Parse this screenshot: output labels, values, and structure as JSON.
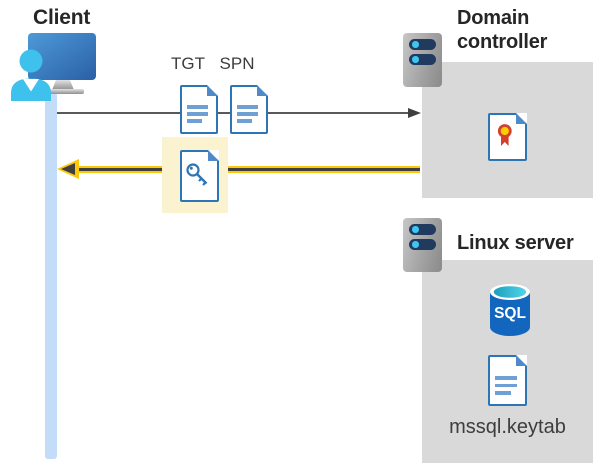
{
  "client": {
    "label": "Client",
    "icon": "user-computer-icon",
    "timeline": "client-session-bar"
  },
  "flows": {
    "request": {
      "direction": "right",
      "arrow_icon": "gray-right-arrow",
      "tickets": [
        {
          "label": "TGT",
          "icon": "document-icon"
        },
        {
          "label": "SPN",
          "icon": "document-icon"
        }
      ]
    },
    "response": {
      "direction": "left",
      "arrow_icon": "yellow-left-arrow",
      "icon": "key-document-icon"
    }
  },
  "domain_controller": {
    "label": "Domain controller",
    "server_icon": "server-icon",
    "content_icon": "certificate-icon"
  },
  "linux_server": {
    "label": "Linux server",
    "server_icon": "server-icon",
    "sql_icon": "sql-database-icon",
    "keytab": {
      "icon": "document-icon",
      "label": "mssql.keytab"
    }
  },
  "colors": {
    "accent_blue": "#2E75B6",
    "doc_line_blue": "#6FA0D4",
    "fold_blue": "#4E8AC8",
    "cyan": "#3EC6EE",
    "timeline_blue": "#C3DCF7",
    "panel_gray": "#D9D9D9",
    "server_navy": "#203A60",
    "arrow_gray": "#595959",
    "arrow_dark": "#3F3F3F",
    "highlight_yellow": "#FBF3CF",
    "resp_yellow": "#FDC70A",
    "cert_red": "#D2402E",
    "cert_gold": "#FFCD00",
    "sql_blue": "#1266BE",
    "title_dark": "#262626",
    "label_gray": "#3D3D3D"
  }
}
